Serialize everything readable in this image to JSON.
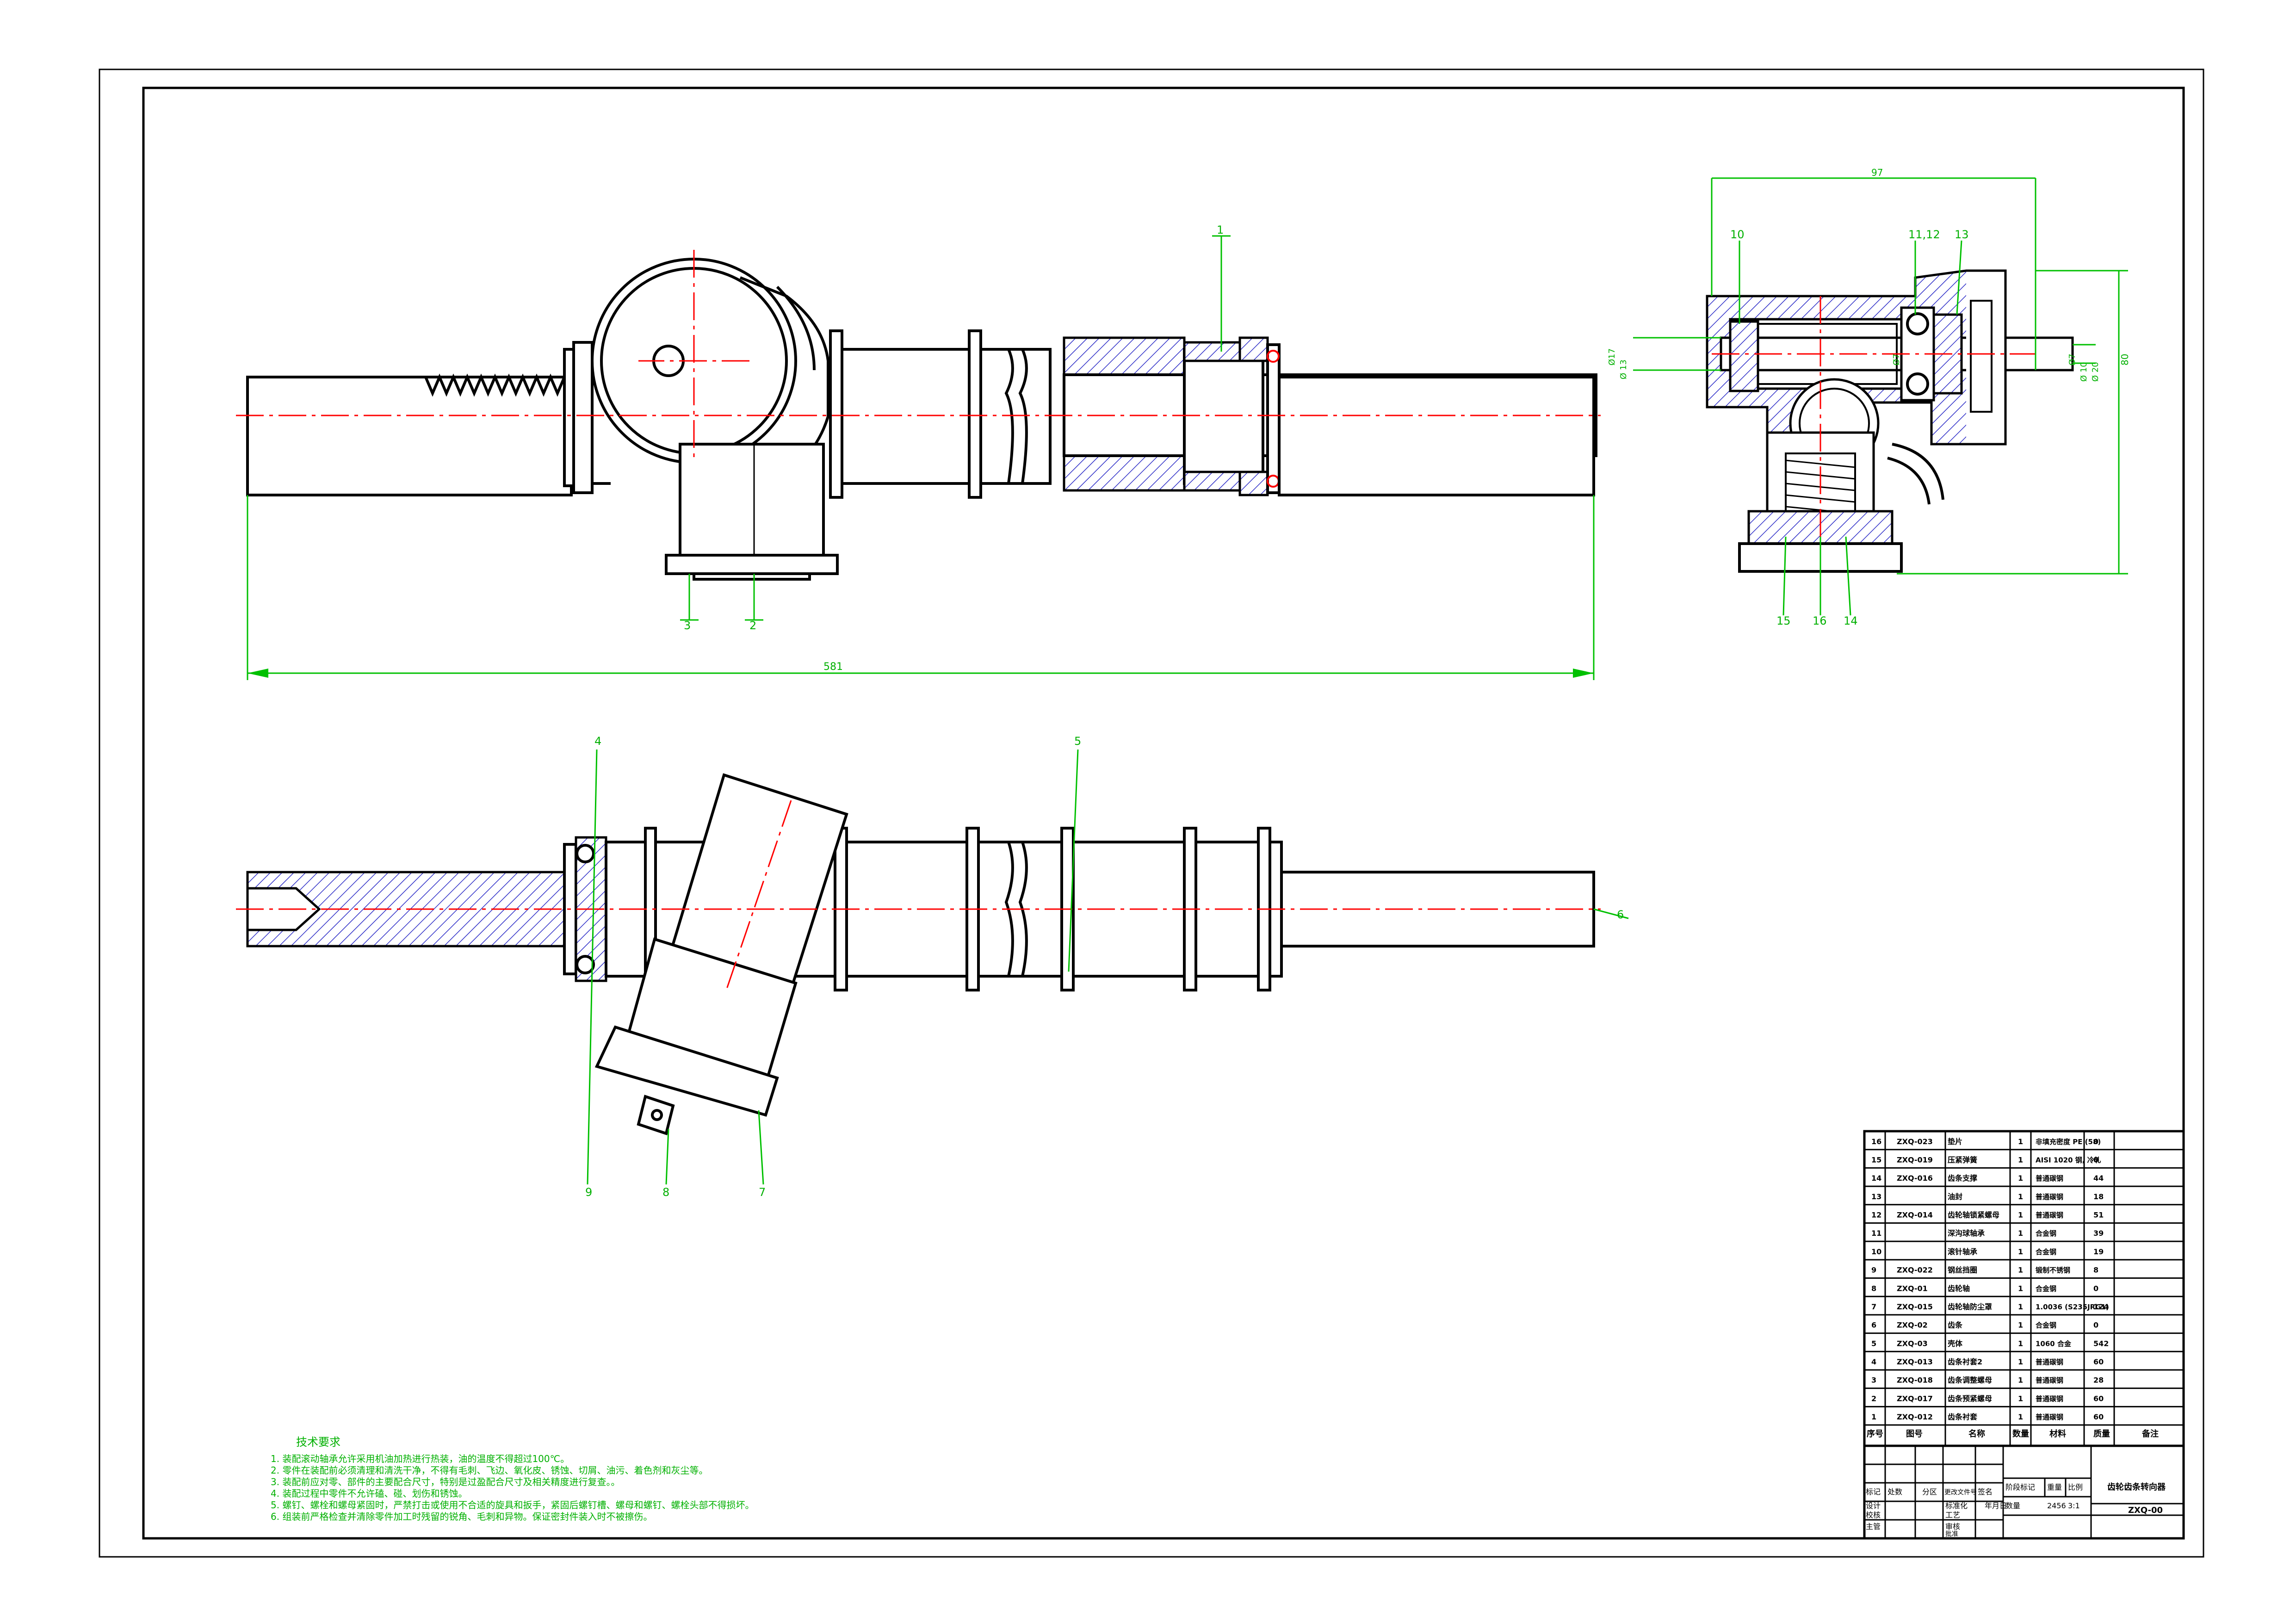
{
  "balloons": {
    "b1": "1",
    "b3": "3",
    "b2": "2",
    "b4": "4",
    "b5": "5",
    "b6": "6",
    "b9": "9",
    "b8": "8",
    "b7": "7",
    "b10": "10",
    "b1112": "11,12",
    "b13": "13",
    "b15": "15",
    "b16": "16",
    "b14": "14"
  },
  "dimensions": {
    "overall_length": "581",
    "side_width": "97",
    "side_height": "80",
    "d_shaft_left": "Ø17",
    "d_shaft_left2": "Ø 13",
    "d_inner": "Ø7",
    "d_right1": "Ø7",
    "d_right2": "Ø 10",
    "d_right3": "Ø 20"
  },
  "tech_requirements": {
    "title": "技术要求",
    "items": [
      "1.   装配滚动轴承允许采用机油加热进行热装，油的温度不得超过100℃。",
      "2.   零件在装配前必须清理和清洗干净，不得有毛刺、飞边、氧化皮、锈蚀、切屑、油污、着色剂和灰尘等。",
      "3.   装配前应对零、部件的主要配合尺寸，特别是过盈配合尺寸及相关精度进行复查。。",
      "4.   装配过程中零件不允许磕、碰、划伤和锈蚀。",
      "5.   螺钉、螺栓和螺母紧固时，严禁打击或使用不合适的旋具和扳手，紧固后螺钉槽、螺母和螺钉、螺栓头部不得损坏。",
      "6.   组装前严格检查并清除零件加工时残留的锐角、毛刺和异物。保证密封件装入时不被擦伤。"
    ]
  },
  "bom": {
    "rows": [
      {
        "no": "16",
        "code": "ZXQ-023",
        "name": "垫片",
        "qty": "1",
        "material": "非填充密度 PE (58)",
        "mass": "0"
      },
      {
        "no": "15",
        "code": "ZXQ-019",
        "name": "压紧弹簧",
        "qty": "1",
        "material": "AISI 1020 钢, 冷轧",
        "mass": "0"
      },
      {
        "no": "14",
        "code": "ZXQ-016",
        "name": "齿条支撑",
        "qty": "1",
        "material": "普通碳钢",
        "mass": "44"
      },
      {
        "no": "13",
        "code": "",
        "name": "油封",
        "qty": "1",
        "material": "普通碳钢",
        "mass": "18"
      },
      {
        "no": "12",
        "code": "ZXQ-014",
        "name": "齿轮轴锁紧螺母",
        "qty": "1",
        "material": "普通碳钢",
        "mass": "51"
      },
      {
        "no": "11",
        "code": "",
        "name": "深沟球轴承",
        "qty": "1",
        "material": "合金钢",
        "mass": "39"
      },
      {
        "no": "10",
        "code": "",
        "name": "滚针轴承",
        "qty": "1",
        "material": "合金钢",
        "mass": "19"
      },
      {
        "no": "9",
        "code": "ZXQ-022",
        "name": "钢丝挡圈",
        "qty": "1",
        "material": "锻制不锈钢",
        "mass": "8"
      },
      {
        "no": "8",
        "code": "ZXQ-01",
        "name": "齿轮轴",
        "qty": "1",
        "material": "合金钢",
        "mass": "0"
      },
      {
        "no": "7",
        "code": "ZXQ-015",
        "name": "齿轮轴防尘罩",
        "qty": "1",
        "material": "1.0036 (S235JRG1)",
        "mass": "124"
      },
      {
        "no": "6",
        "code": "ZXQ-02",
        "name": "齿条",
        "qty": "1",
        "material": "合金钢",
        "mass": "0"
      },
      {
        "no": "5",
        "code": "ZXQ-03",
        "name": "壳体",
        "qty": "1",
        "material": "1060 合金",
        "mass": "542"
      },
      {
        "no": "4",
        "code": "ZXQ-013",
        "name": "齿条衬套2",
        "qty": "1",
        "material": "普通碳钢",
        "mass": "60"
      },
      {
        "no": "3",
        "code": "ZXQ-018",
        "name": "齿条调整螺母",
        "qty": "1",
        "material": "普通碳钢",
        "mass": "28"
      },
      {
        "no": "2",
        "code": "ZXQ-017",
        "name": "齿条预紧螺母",
        "qty": "1",
        "material": "普通碳钢",
        "mass": "60"
      },
      {
        "no": "1",
        "code": "ZXQ-012",
        "name": "齿条衬套",
        "qty": "1",
        "material": "普通碳钢",
        "mass": "60"
      }
    ],
    "header": {
      "no": "序号",
      "code": "图号",
      "name": "名称",
      "qty": "数量",
      "material": "材料",
      "mass": "质量",
      "note": "备注"
    }
  },
  "title_block": {
    "mark": "标记",
    "count": "处数",
    "zone": "分区",
    "change_no": "更改文件号",
    "sign": "签名",
    "date": "年月日",
    "design": "设计",
    "std": "标准化",
    "check": "校核",
    "process": "工艺",
    "supervisor": "主管",
    "approve": "审核",
    "ratify": "批准",
    "stage_mark": "阶段标记",
    "weight": "重量",
    "scale": "比例",
    "count_label": "数量",
    "weight_value": "2456",
    "scale_value": "3:1",
    "drawing_name": "齿轮齿条转向器",
    "drawing_no": "ZXQ-00"
  }
}
